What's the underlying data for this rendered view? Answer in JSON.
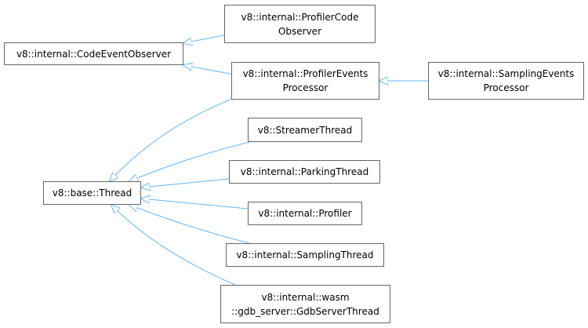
{
  "colors": {
    "edge": "#63b8ff",
    "node_border": "#666666",
    "background": "#ffffff"
  },
  "nodes": {
    "code_event_observer": "v8::internal::CodeEventObserver",
    "profiler_code_observer": "v8::internal::ProfilerCode\nObserver",
    "profiler_events_processor": "v8::internal::ProfilerEvents\nProcessor",
    "sampling_events_processor": "v8::internal::SamplingEvents\nProcessor",
    "thread": "v8::base::Thread",
    "streamer_thread": "v8::StreamerThread",
    "parking_thread": "v8::internal::ParkingThread",
    "profiler": "v8::internal::Profiler",
    "sampling_thread": "v8::internal::SamplingThread",
    "gdb_server_thread": "v8::internal::wasm\n::gdb_server::GdbServerThread"
  },
  "edges": [
    {
      "from": "profiler_code_observer",
      "to": "code_event_observer"
    },
    {
      "from": "profiler_events_processor",
      "to": "code_event_observer"
    },
    {
      "from": "sampling_events_processor",
      "to": "profiler_events_processor"
    },
    {
      "from": "profiler_events_processor",
      "to": "thread"
    },
    {
      "from": "streamer_thread",
      "to": "thread"
    },
    {
      "from": "parking_thread",
      "to": "thread"
    },
    {
      "from": "profiler",
      "to": "thread"
    },
    {
      "from": "sampling_thread",
      "to": "thread"
    },
    {
      "from": "gdb_server_thread",
      "to": "thread"
    }
  ]
}
